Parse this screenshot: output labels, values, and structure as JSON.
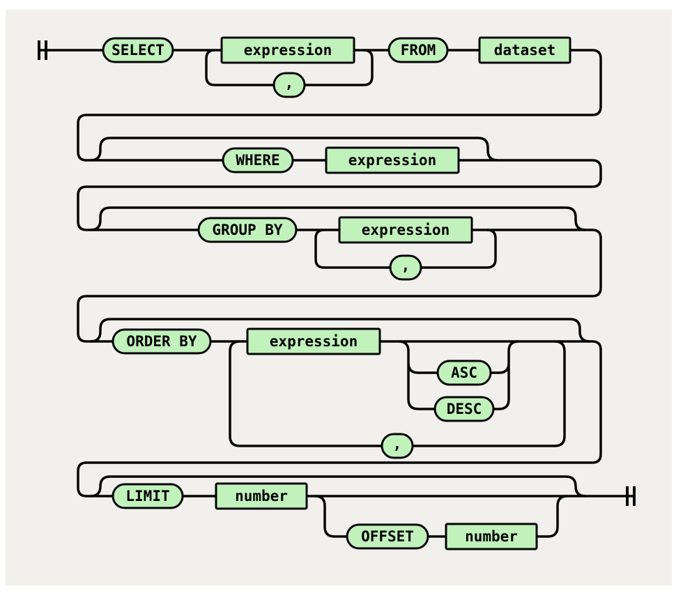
{
  "diagram": {
    "type": "railroad",
    "colors": {
      "background": "#f1f0ec",
      "node_fill": "#c2f2bc",
      "node_border": "#050505",
      "line": "#050505",
      "text": "#000000"
    },
    "nodes": {
      "select": {
        "label": "SELECT",
        "kind": "keyword"
      },
      "expression1": {
        "label": "expression",
        "kind": "nonterminal"
      },
      "comma1": {
        "label": ",",
        "kind": "keyword"
      },
      "from": {
        "label": "FROM",
        "kind": "keyword"
      },
      "dataset": {
        "label": "dataset",
        "kind": "nonterminal"
      },
      "where": {
        "label": "WHERE",
        "kind": "keyword"
      },
      "expression2": {
        "label": "expression",
        "kind": "nonterminal"
      },
      "group_by": {
        "label": "GROUP BY",
        "kind": "keyword"
      },
      "expression3": {
        "label": "expression",
        "kind": "nonterminal"
      },
      "comma2": {
        "label": ",",
        "kind": "keyword"
      },
      "order_by": {
        "label": "ORDER BY",
        "kind": "keyword"
      },
      "expression4": {
        "label": "expression",
        "kind": "nonterminal"
      },
      "asc": {
        "label": "ASC",
        "kind": "keyword"
      },
      "desc": {
        "label": "DESC",
        "kind": "keyword"
      },
      "comma3": {
        "label": ",",
        "kind": "keyword"
      },
      "limit": {
        "label": "LIMIT",
        "kind": "keyword"
      },
      "number1": {
        "label": "number",
        "kind": "nonterminal"
      },
      "offset": {
        "label": "OFFSET",
        "kind": "keyword"
      },
      "number2": {
        "label": "number",
        "kind": "nonterminal"
      }
    }
  }
}
